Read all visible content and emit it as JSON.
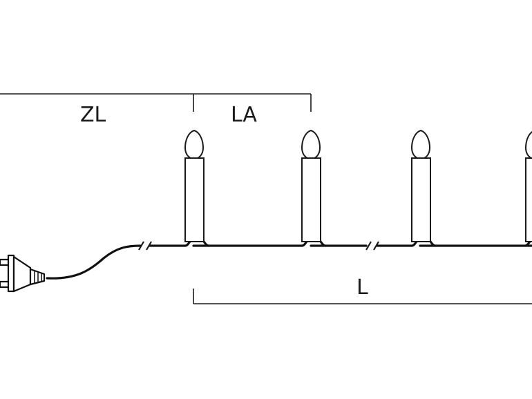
{
  "labels": {
    "zl": "ZL",
    "la": "LA",
    "l": "L"
  },
  "colors": {
    "ink": "#1a1a1a",
    "background": "#ffffff"
  }
}
